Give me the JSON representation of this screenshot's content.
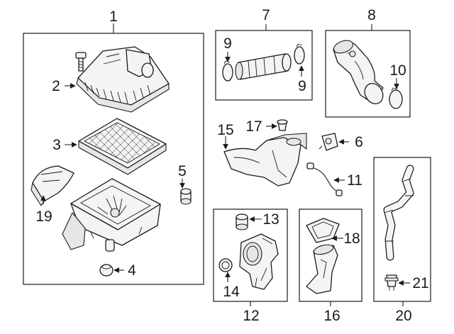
{
  "diagram": {
    "callouts": {
      "c1": "1",
      "c2": "2",
      "c3": "3",
      "c4": "4",
      "c5": "5",
      "c6": "6",
      "c7": "7",
      "c8": "8",
      "c9a": "9",
      "c9b": "9",
      "c10": "10",
      "c11": "11",
      "c12": "12",
      "c13": "13",
      "c14": "14",
      "c15": "15",
      "c16": "16",
      "c17": "17",
      "c18": "18",
      "c19": "19",
      "c20": "20",
      "c21": "21"
    }
  }
}
